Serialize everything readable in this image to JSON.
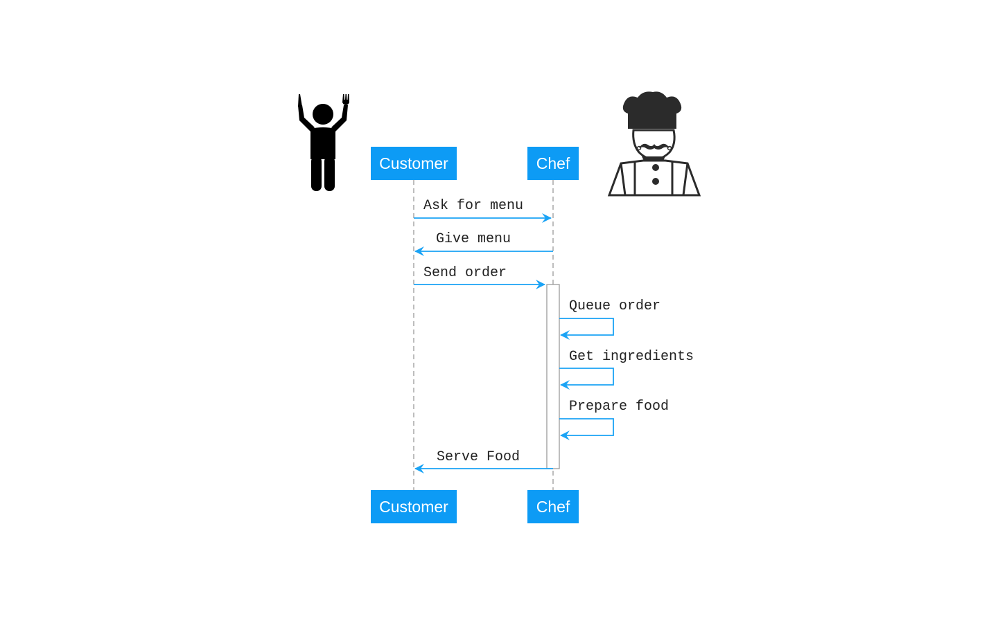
{
  "participants": {
    "customer": "Customer",
    "chef": "Chef"
  },
  "messages": [
    {
      "id": "ask-for-menu",
      "label": "Ask for menu",
      "from": "customer",
      "to": "chef"
    },
    {
      "id": "give-menu",
      "label": "Give menu",
      "from": "chef",
      "to": "customer"
    },
    {
      "id": "send-order",
      "label": "Send order",
      "from": "customer",
      "to": "chef"
    },
    {
      "id": "queue-order",
      "label": "Queue order",
      "from": "chef",
      "to": "chef"
    },
    {
      "id": "get-ingredients",
      "label": "Get ingredients",
      "from": "chef",
      "to": "chef"
    },
    {
      "id": "prepare-food",
      "label": "Prepare food",
      "from": "chef",
      "to": "chef"
    },
    {
      "id": "serve-food",
      "label": "Serve Food",
      "from": "chef",
      "to": "customer"
    }
  ],
  "icons": {
    "customer": "person-with-fork-and-knife-icon",
    "chef": "chef-with-mustache-icon"
  },
  "colors": {
    "actor_box": "#0d9bf5",
    "arrow": "#1aa3f5",
    "lifeline": "#9a9a9a",
    "activation": "#9a9a9a"
  }
}
